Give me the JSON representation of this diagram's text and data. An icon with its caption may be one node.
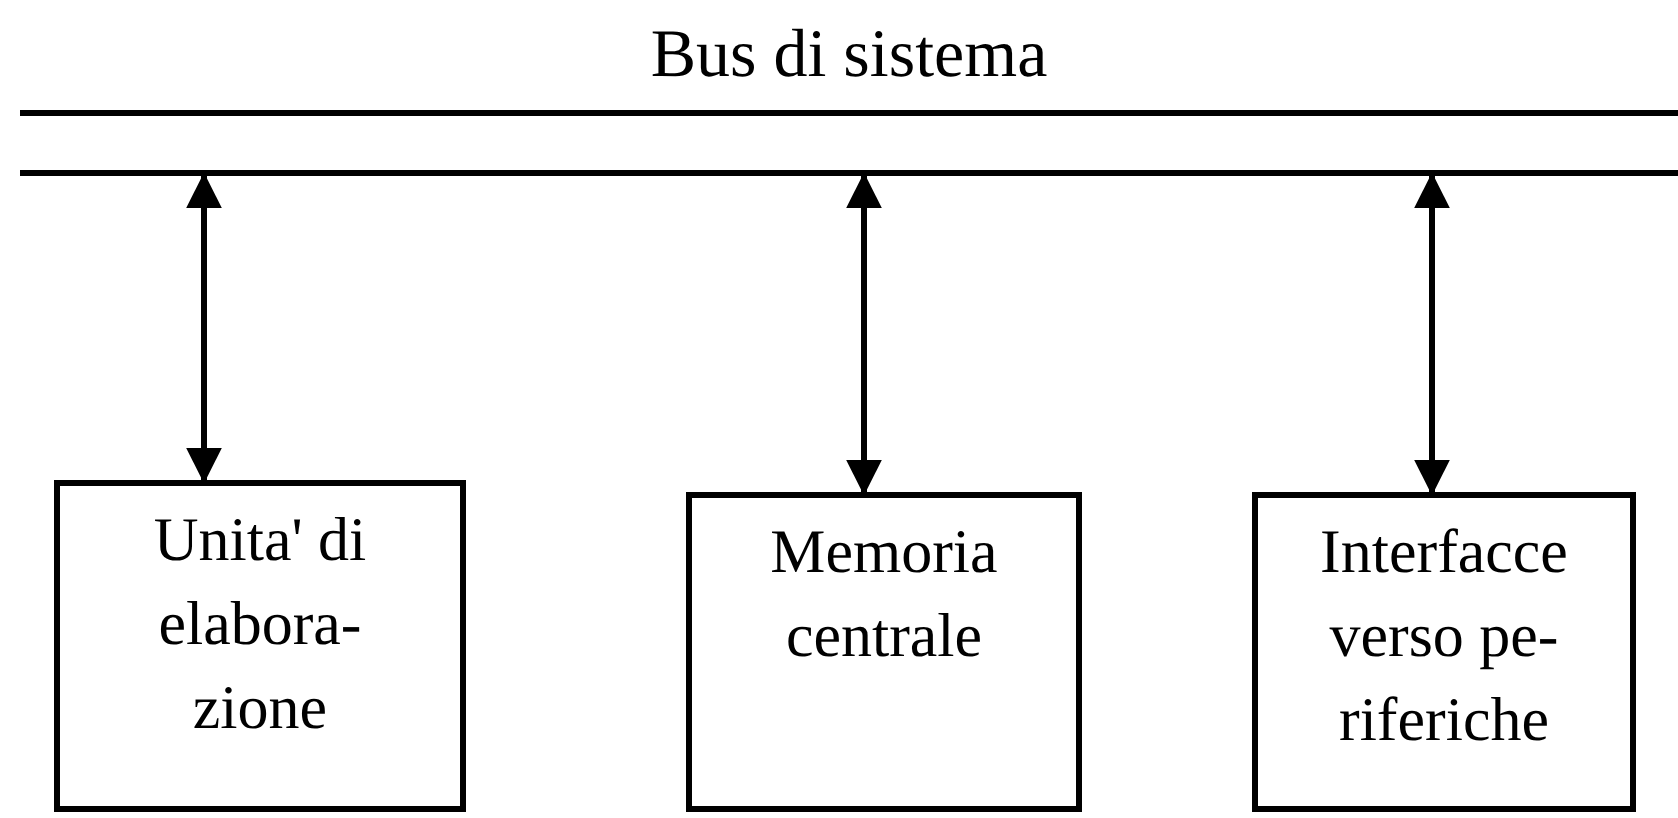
{
  "diagram": {
    "nodes": [
      {
        "text": [
          "Bus di sistema"
        ]
      },
      {
        "text": [
          "Unita' di elabora- zione"
        ]
      },
      {
        "text": [
          "Memoria centrale"
        ]
      },
      {
        "text": [
          "Interfacce verso pe- riferiche"
        ]
      }
    ],
    "edges": [
      {
        "from": 0,
        "to": 1,
        "arrow": "both"
      },
      {
        "from": 0,
        "to": 2,
        "arrow": "both"
      },
      {
        "from": 0,
        "to": 3,
        "arrow": "both"
      }
    ]
  }
}
